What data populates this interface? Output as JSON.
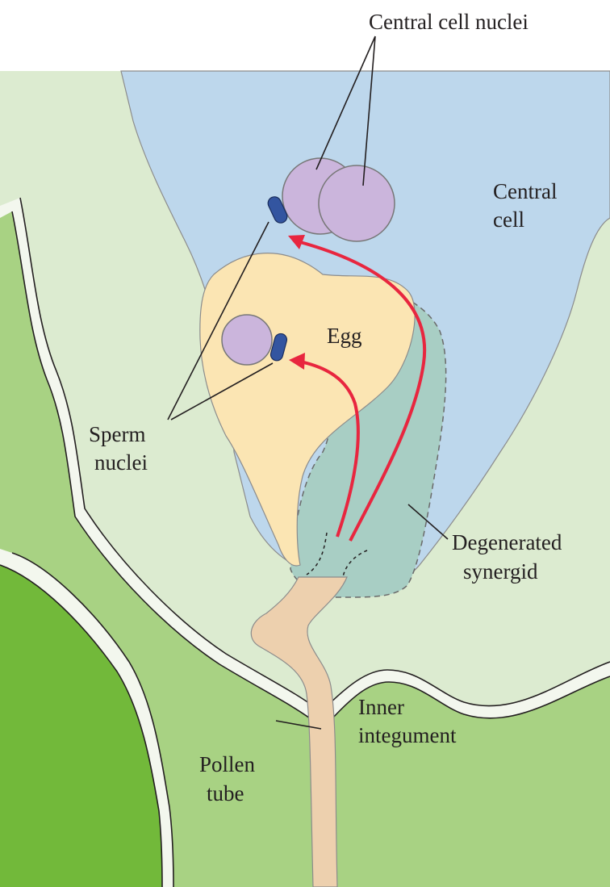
{
  "labels": {
    "central_cell_nuclei": "Central cell nuclei",
    "central_cell_line1": "Central",
    "central_cell_line2": "cell",
    "egg": "Egg",
    "sperm_line1": "Sperm",
    "sperm_line2": "nuclei",
    "degenerated_line1": "Degenerated",
    "degenerated_line2": "synergid",
    "inner_line1": "Inner",
    "inner_line2": "integument",
    "pollen_line1": "Pollen",
    "pollen_line2": "tube"
  },
  "colors": {
    "background_tissue": "#dcebd0",
    "inner_integument": "#a8d283",
    "outer_tissue_dark": "#72b93a",
    "integument_border": "#f3f7ee",
    "central_cell": "#bdd7ec",
    "egg": "#fbe5b3",
    "degenerated_synergid": "#a8cec4",
    "nuclei_purple": "#cbb5dc",
    "sperm_blue": "#3355a0",
    "pollen_tube": "#edd0ae",
    "arrow_red": "#e8263f"
  }
}
